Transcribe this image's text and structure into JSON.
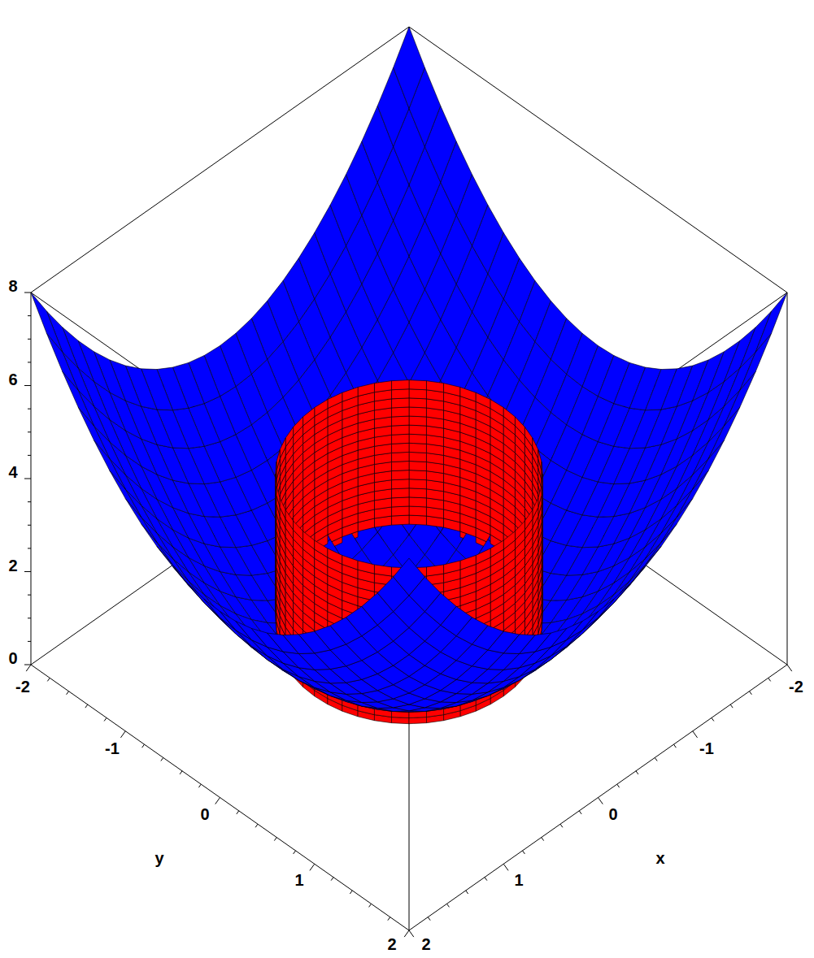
{
  "diagram": {
    "labels": [
      "8",
      "6",
      "4",
      "2",
      "0",
      "-2",
      "-1",
      "0",
      "1",
      "2",
      "y",
      "-2",
      "-1",
      "0",
      "1",
      "2",
      "x"
    ]
  }
}
